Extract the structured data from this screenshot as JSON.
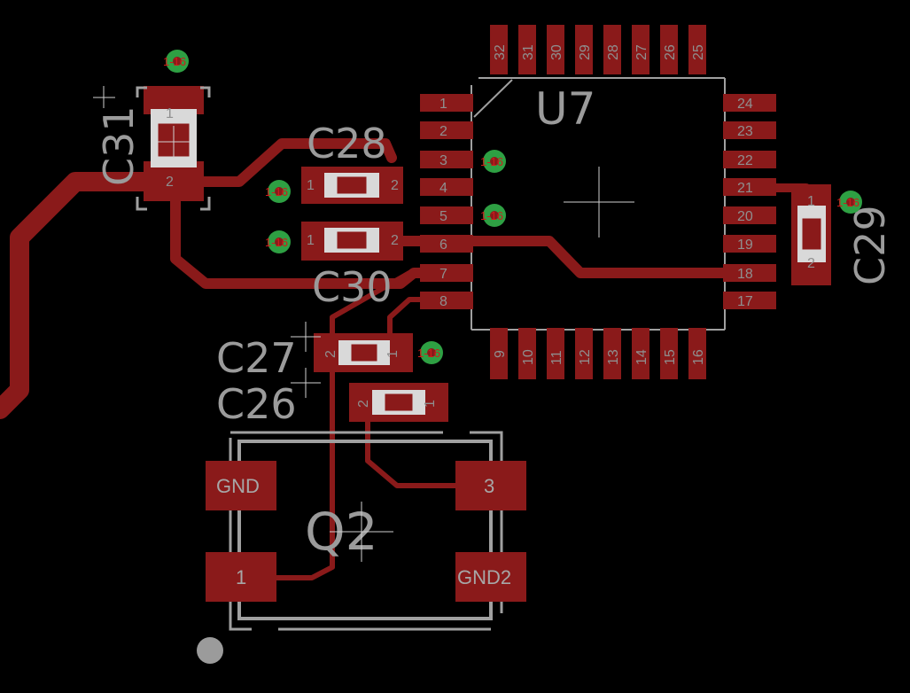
{
  "board": {
    "background": "#000000",
    "copper_color": "#8a1a1a",
    "silk_color": "#a0a0a0",
    "via_color": "#2ea043"
  },
  "components": {
    "u7": {
      "refdes": "U7",
      "pins_top": [
        "32",
        "31",
        "30",
        "29",
        "28",
        "27",
        "26",
        "25"
      ],
      "pins_left": [
        "1",
        "2",
        "3",
        "4",
        "5",
        "6",
        "7",
        "8"
      ],
      "pins_right": [
        "24",
        "23",
        "22",
        "21",
        "20",
        "19",
        "18",
        "17"
      ],
      "pins_bottom": [
        "9",
        "10",
        "11",
        "12",
        "13",
        "14",
        "15",
        "16"
      ]
    },
    "c31": {
      "refdes": "C31",
      "pin1": "1",
      "pin2": "2"
    },
    "c28": {
      "refdes": "C28",
      "pin1": "1",
      "pin2": "2"
    },
    "c30": {
      "refdes": "C30",
      "pin1": "1",
      "pin2": "2"
    },
    "c29": {
      "refdes": "C29",
      "pin1": "1",
      "pin2": "2"
    },
    "c27": {
      "refdes": "C27",
      "pin1": "2",
      "pin2": "1"
    },
    "c26": {
      "refdes": "C26",
      "pin1": "2",
      "pin2": "1"
    },
    "q2": {
      "refdes": "Q2",
      "pad_gnd": "GND",
      "pad_1": "1",
      "pad_3": "3",
      "pad_gnd2": "GND2"
    }
  },
  "vias": {
    "label": "1-16",
    "count": 7
  }
}
